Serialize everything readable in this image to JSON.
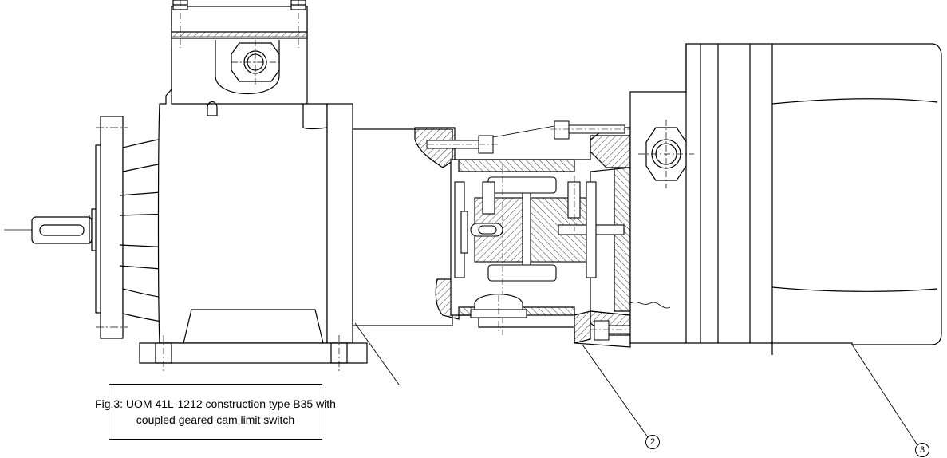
{
  "figure": {
    "caption_line1": "Fig.3: UOM 41L-1212 construction type  B35 with",
    "caption_line2": "coupled geared cam limit switch"
  },
  "callouts": {
    "label_2": "2",
    "label_3": "3"
  },
  "colors": {
    "line": "#000000",
    "background": "#ffffff"
  }
}
